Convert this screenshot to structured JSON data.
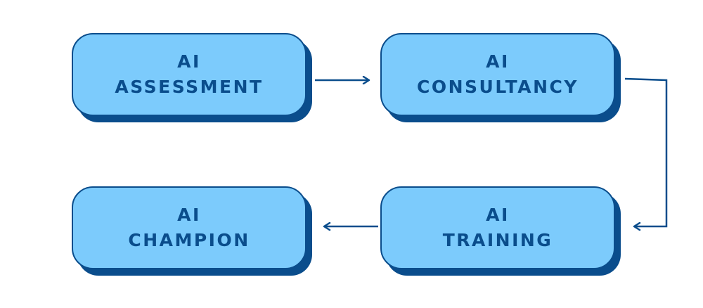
{
  "nodes": {
    "assessment": {
      "line1": "AI",
      "line2": "ASSESSMENT"
    },
    "consultancy": {
      "line1": "AI",
      "line2": "CONSULTANCY"
    },
    "training": {
      "line1": "AI",
      "line2": "TRAINING"
    },
    "champion": {
      "line1": "AI",
      "line2": "CHAMPION"
    }
  },
  "colors": {
    "box_fill": "#7ccbfc",
    "box_border": "#0a4d8c",
    "shadow": "#0a4d8c",
    "text": "#0a4d8c",
    "arrow": "#0a4d8c"
  }
}
